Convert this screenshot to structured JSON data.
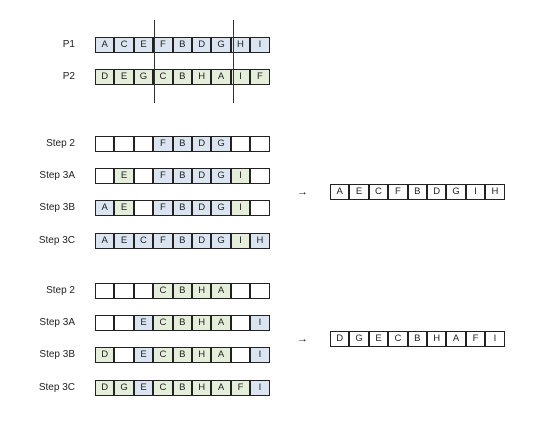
{
  "parents": [
    {
      "label": "P1",
      "cells": [
        {
          "t": "A",
          "c": "b"
        },
        {
          "t": "C",
          "c": "b"
        },
        {
          "t": "E",
          "c": "b"
        },
        {
          "t": "F",
          "c": "b"
        },
        {
          "t": "B",
          "c": "b"
        },
        {
          "t": "D",
          "c": "b"
        },
        {
          "t": "G",
          "c": "b"
        },
        {
          "t": "H",
          "c": "b"
        },
        {
          "t": "I",
          "c": "b"
        }
      ]
    },
    {
      "label": "P2",
      "cells": [
        {
          "t": "D",
          "c": "g"
        },
        {
          "t": "E",
          "c": "g"
        },
        {
          "t": "G",
          "c": "g"
        },
        {
          "t": "C",
          "c": "g"
        },
        {
          "t": "B",
          "c": "g"
        },
        {
          "t": "H",
          "c": "g"
        },
        {
          "t": "A",
          "c": "g"
        },
        {
          "t": "I",
          "c": "g"
        },
        {
          "t": "F",
          "c": "g"
        }
      ]
    }
  ],
  "group1": [
    {
      "label": "Step 2",
      "cells": [
        {
          "t": "",
          "c": "w"
        },
        {
          "t": "",
          "c": "w"
        },
        {
          "t": "",
          "c": "w"
        },
        {
          "t": "F",
          "c": "b"
        },
        {
          "t": "B",
          "c": "b"
        },
        {
          "t": "D",
          "c": "b"
        },
        {
          "t": "G",
          "c": "b"
        },
        {
          "t": "",
          "c": "w"
        },
        {
          "t": "",
          "c": "w"
        }
      ]
    },
    {
      "label": "Step 3A",
      "cells": [
        {
          "t": "",
          "c": "w"
        },
        {
          "t": "E",
          "c": "g"
        },
        {
          "t": "",
          "c": "w"
        },
        {
          "t": "F",
          "c": "b"
        },
        {
          "t": "B",
          "c": "b"
        },
        {
          "t": "D",
          "c": "b"
        },
        {
          "t": "G",
          "c": "b"
        },
        {
          "t": "I",
          "c": "g"
        },
        {
          "t": "",
          "c": "w"
        }
      ]
    },
    {
      "label": "Step 3B",
      "cells": [
        {
          "t": "A",
          "c": "b"
        },
        {
          "t": "E",
          "c": "g"
        },
        {
          "t": "",
          "c": "w"
        },
        {
          "t": "F",
          "c": "b"
        },
        {
          "t": "B",
          "c": "b"
        },
        {
          "t": "D",
          "c": "b"
        },
        {
          "t": "G",
          "c": "b"
        },
        {
          "t": "I",
          "c": "g"
        },
        {
          "t": "",
          "c": "w"
        }
      ]
    },
    {
      "label": "Step 3C",
      "cells": [
        {
          "t": "A",
          "c": "b"
        },
        {
          "t": "E",
          "c": "b"
        },
        {
          "t": "C",
          "c": "b"
        },
        {
          "t": "F",
          "c": "b"
        },
        {
          "t": "B",
          "c": "b"
        },
        {
          "t": "D",
          "c": "b"
        },
        {
          "t": "G",
          "c": "b"
        },
        {
          "t": "I",
          "c": "g"
        },
        {
          "t": "H",
          "c": "b"
        }
      ]
    }
  ],
  "group2": [
    {
      "label": "Step 2",
      "cells": [
        {
          "t": "",
          "c": "w"
        },
        {
          "t": "",
          "c": "w"
        },
        {
          "t": "",
          "c": "w"
        },
        {
          "t": "C",
          "c": "g"
        },
        {
          "t": "B",
          "c": "g"
        },
        {
          "t": "H",
          "c": "g"
        },
        {
          "t": "A",
          "c": "g"
        },
        {
          "t": "",
          "c": "w"
        },
        {
          "t": "",
          "c": "w"
        }
      ]
    },
    {
      "label": "Step 3A",
      "cells": [
        {
          "t": "",
          "c": "w"
        },
        {
          "t": "",
          "c": "w"
        },
        {
          "t": "E",
          "c": "b"
        },
        {
          "t": "C",
          "c": "g"
        },
        {
          "t": "B",
          "c": "g"
        },
        {
          "t": "H",
          "c": "g"
        },
        {
          "t": "A",
          "c": "g"
        },
        {
          "t": "",
          "c": "w"
        },
        {
          "t": "I",
          "c": "b"
        }
      ]
    },
    {
      "label": "Step 3B",
      "cells": [
        {
          "t": "D",
          "c": "g"
        },
        {
          "t": "",
          "c": "w"
        },
        {
          "t": "E",
          "c": "b"
        },
        {
          "t": "C",
          "c": "g"
        },
        {
          "t": "B",
          "c": "g"
        },
        {
          "t": "H",
          "c": "g"
        },
        {
          "t": "A",
          "c": "g"
        },
        {
          "t": "",
          "c": "w"
        },
        {
          "t": "I",
          "c": "b"
        }
      ]
    },
    {
      "label": "Step 3C",
      "cells": [
        {
          "t": "D",
          "c": "g"
        },
        {
          "t": "G",
          "c": "g"
        },
        {
          "t": "E",
          "c": "b"
        },
        {
          "t": "C",
          "c": "g"
        },
        {
          "t": "B",
          "c": "g"
        },
        {
          "t": "H",
          "c": "g"
        },
        {
          "t": "A",
          "c": "g"
        },
        {
          "t": "F",
          "c": "g"
        },
        {
          "t": "I",
          "c": "b"
        }
      ]
    }
  ],
  "results": [
    {
      "cells": [
        "A",
        "E",
        "C",
        "F",
        "B",
        "D",
        "G",
        "I",
        "H"
      ]
    },
    {
      "cells": [
        "D",
        "G",
        "E",
        "C",
        "B",
        "H",
        "A",
        "F",
        "I"
      ]
    }
  ],
  "arrow_glyph": "→"
}
